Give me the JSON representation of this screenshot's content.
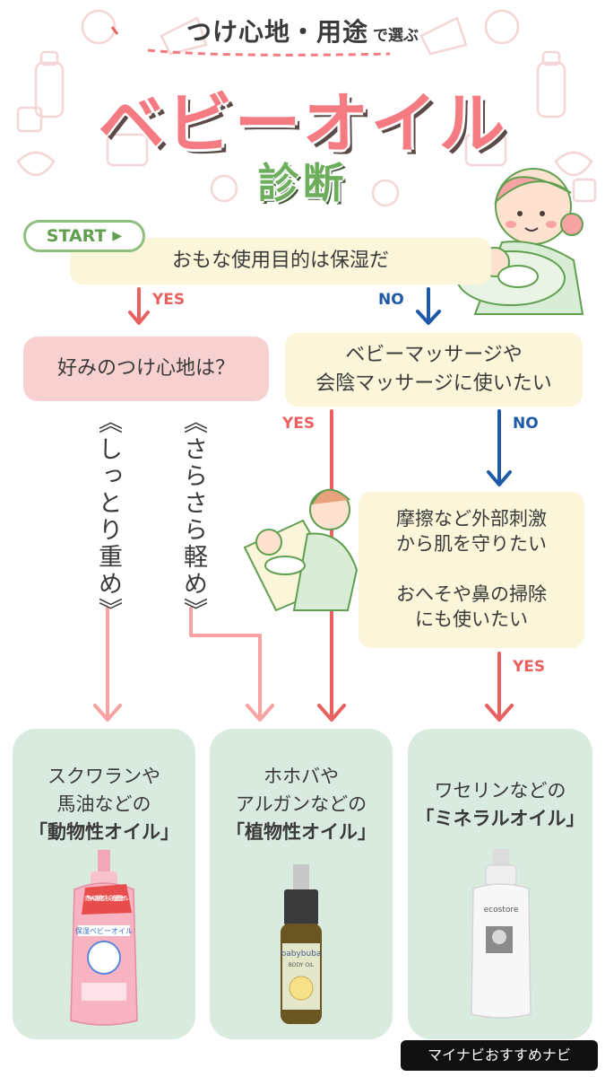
{
  "header": {
    "subtitle_main": "つけ心地・用途",
    "subtitle_small": "で選ぶ",
    "title": "ベビーオイル",
    "title_sub": "診断"
  },
  "start_label": "START",
  "labels": {
    "yes": "YES",
    "no": "NO"
  },
  "questions": {
    "q1": "おもな使用目的は保湿だ",
    "q2": "好みのつけ心地は？",
    "q3_line1": "ベビーマッサージや",
    "q3_line2": "会陰マッサージに使いたい",
    "q4_line1": "摩擦など外部刺激",
    "q4_line2": "から肌を守りたい",
    "q4_line3": "おへそや鼻の掃除",
    "q4_line4": "にも使いたい"
  },
  "choices": {
    "heavy": "《しっとり重め》",
    "light": "《さらさら軽め》"
  },
  "results": [
    {
      "desc_line1": "スクワランや",
      "desc_line2": "馬油などの",
      "name": "「動物性オイル」"
    },
    {
      "desc_line1": "ホホバや",
      "desc_line2": "アルガンなどの",
      "name": "「植物性オイル」"
    },
    {
      "desc_line1": "ワセリンなどの",
      "name": "「ミネラルオイル」"
    }
  ],
  "products": {
    "p1_badge": "赤ちゃんのお肌をやさしく守る低刺激オイル",
    "p1_label": "保湿ベビーオイル",
    "p2_brand": "babybuba",
    "p2_label": "BODY OIL",
    "p3_brand": "ecostore"
  },
  "footer": "マイナビおすすめナビ",
  "colors": {
    "pink_accent": "#f47b82",
    "green_accent": "#6cae5c",
    "yes_red": "#e8605f",
    "no_blue": "#1e5aa8",
    "result_bg": "#d9ebdf"
  }
}
